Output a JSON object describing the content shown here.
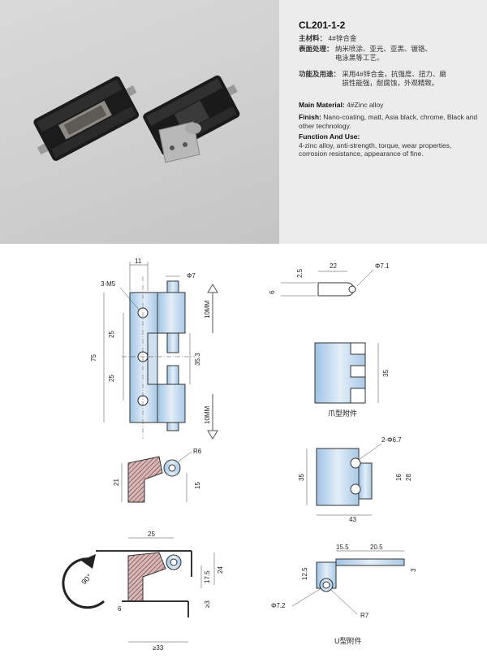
{
  "product_code": "CL201-1-2",
  "cn": {
    "material_label": "主材料：",
    "material_value": "4#锌合金",
    "surface_label": "表面处理：",
    "surface_value_1": "纳米喷涂、亚光、亚黑、镀铬、",
    "surface_value_2": "电泳黑等工艺。",
    "function_label": "功能及用途：",
    "function_value_1": "采用4#锌合金，抗强度、扭力、磨",
    "function_value_2": "损性能强，耐腐蚀，外观精致。"
  },
  "en": {
    "material_label": "Main Material:",
    "material_value": "4#Zinc alloy",
    "finish_label": "Finish:",
    "finish_value": "Nano-coating, matt, Asia black, chrome, Black and other technology.",
    "function_label": "Function And Use:",
    "function_value": "4-zinc alloy, anti-strength, torque, wear properties, corrosion resistance, appearance of fine."
  },
  "dims": {
    "d11": "11",
    "phi7": "Φ7",
    "m5": "3-M5",
    "d25a": "25",
    "d25b": "25",
    "d75": "75",
    "d353": "35.3",
    "d10mm_a": "10MM",
    "d10mm_b": "10MM",
    "r6": "R6",
    "d21": "21",
    "d15": "15",
    "d25c": "25",
    "d175": "17.5",
    "d24": "24",
    "d6b": "6",
    "ge3": "≥3",
    "ge33": "≥33",
    "angle": "90°",
    "d25top": "2.5",
    "d22": "22",
    "phi71": "Φ7.1",
    "d6a": "6",
    "d35a": "35",
    "claw_caption": "爪型附件",
    "holes": "2-Φ6.7",
    "d35b": "35",
    "d16": "16",
    "d28": "28",
    "d43": "43",
    "d155": "15.5",
    "d205": "20.5",
    "d125": "12.5",
    "d3": "3",
    "phi72": "Φ7.2",
    "r7": "R7",
    "u_caption": "U型附件"
  }
}
